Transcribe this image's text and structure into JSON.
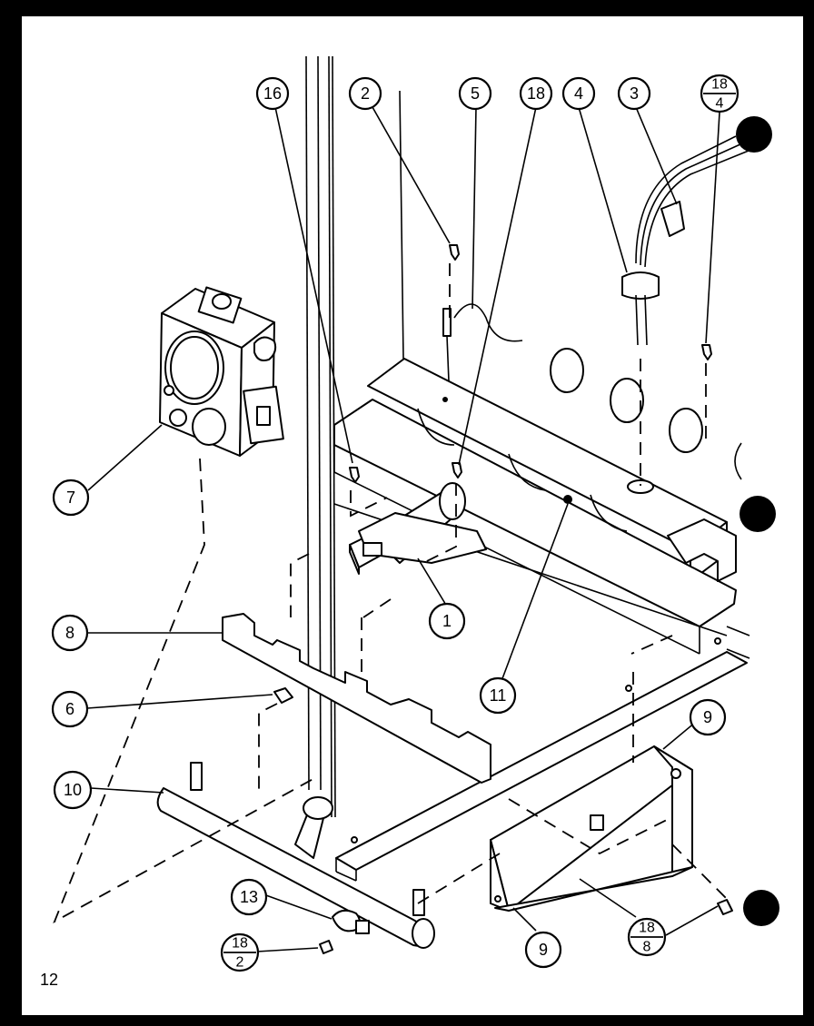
{
  "page_number": "12",
  "callouts": {
    "c1": "1",
    "c2": "2",
    "c3": "3",
    "c4": "4",
    "c5": "5",
    "c6": "6",
    "c7": "7",
    "c8": "8",
    "c9a": "9",
    "c9b": "9",
    "c10": "10",
    "c11": "11",
    "c13": "13",
    "c16": "16",
    "c18": "18"
  },
  "fraction_callouts": {
    "f18_4": {
      "top": "18",
      "bottom": "4"
    },
    "f18_2": {
      "top": "18",
      "bottom": "2"
    },
    "f18_8": {
      "top": "18",
      "bottom": "8"
    }
  }
}
